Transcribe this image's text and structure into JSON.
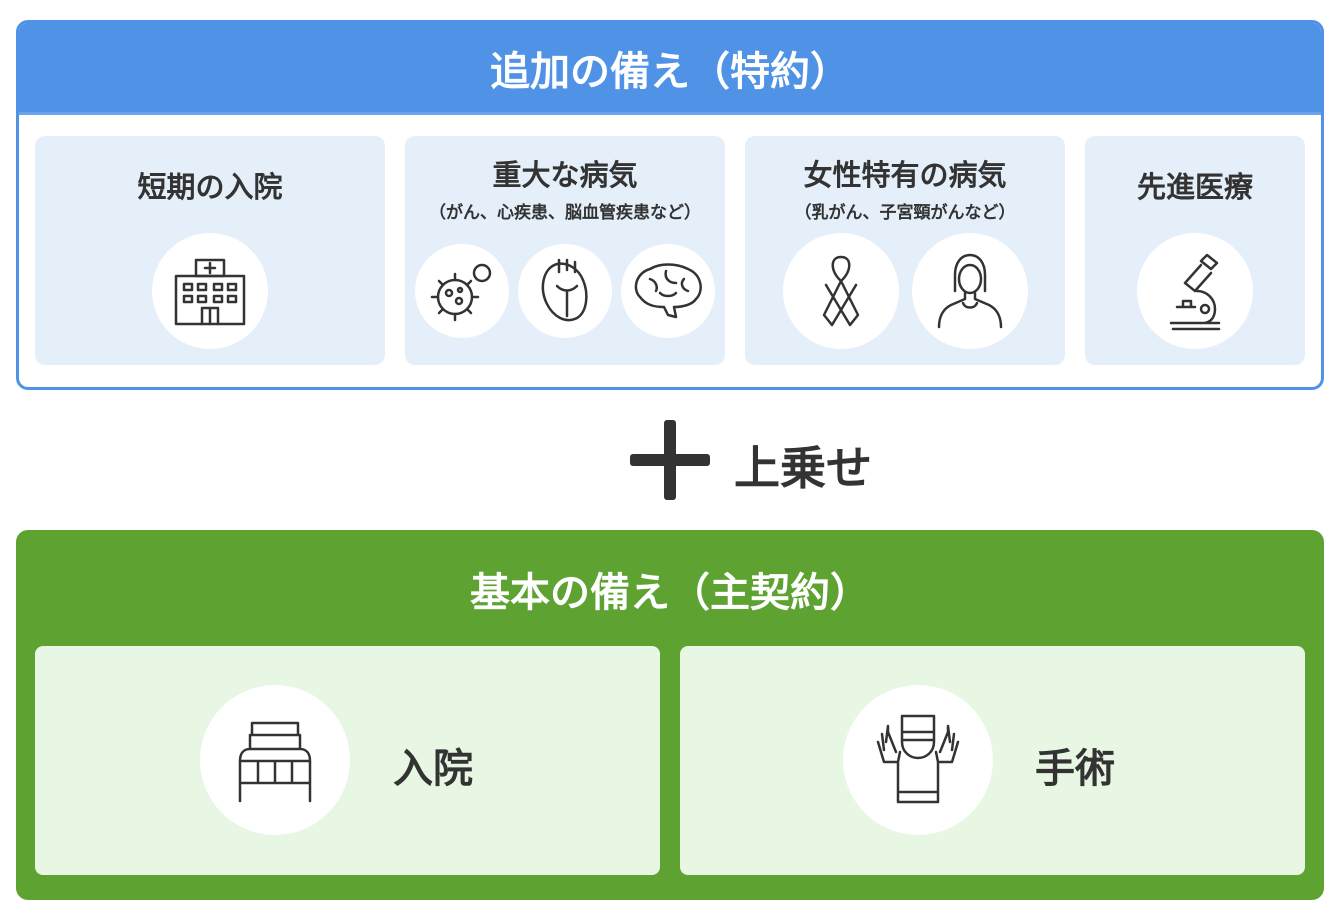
{
  "colors": {
    "blue": "#5093E6",
    "light_blue": "#E5EFFA",
    "green": "#5EA332",
    "light_green": "#E8F6E4"
  },
  "additional": {
    "title": "追加の備え（特約）",
    "cards": [
      {
        "title": "短期の入院",
        "icons": [
          "hospital-icon"
        ]
      },
      {
        "title": "重大な病気",
        "subtitle": "（がん、心疾患、脳血管疾患など）",
        "icons": [
          "cancer-cell-icon",
          "heart-icon",
          "brain-icon"
        ]
      },
      {
        "title": "女性特有の病気",
        "subtitle": "（乳がん、子宮頸がんなど）",
        "icons": [
          "ribbon-icon",
          "woman-icon"
        ]
      },
      {
        "title": "先進医療",
        "icons": [
          "microscope-icon"
        ]
      }
    ]
  },
  "plus_label": "上乗せ",
  "basic": {
    "title": "基本の備え（主契約）",
    "cards": [
      {
        "title": "入院",
        "icon": "bed-icon"
      },
      {
        "title": "手術",
        "icon": "surgeon-icon"
      }
    ]
  }
}
